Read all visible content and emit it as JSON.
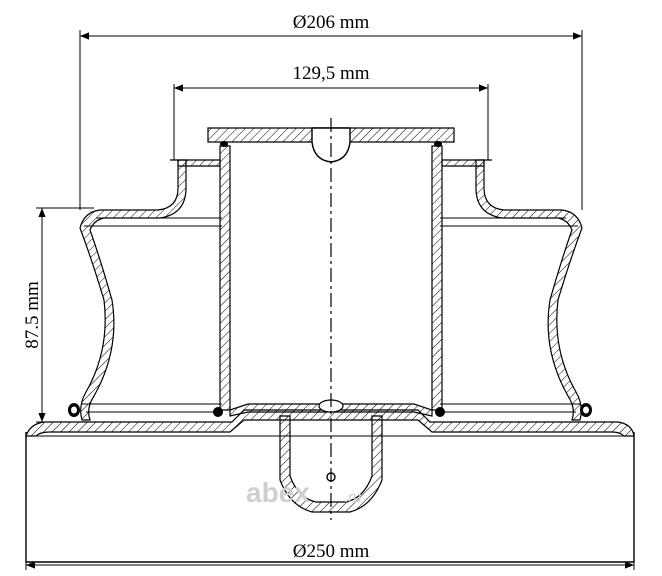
{
  "dimensions": {
    "top_diameter": "Ø206 mm",
    "top_width": "129,5 mm",
    "height": "87.5 mm",
    "bottom_diameter": "Ø250 mm"
  },
  "watermark": {
    "text": "abex",
    "domain": ".ru"
  }
}
